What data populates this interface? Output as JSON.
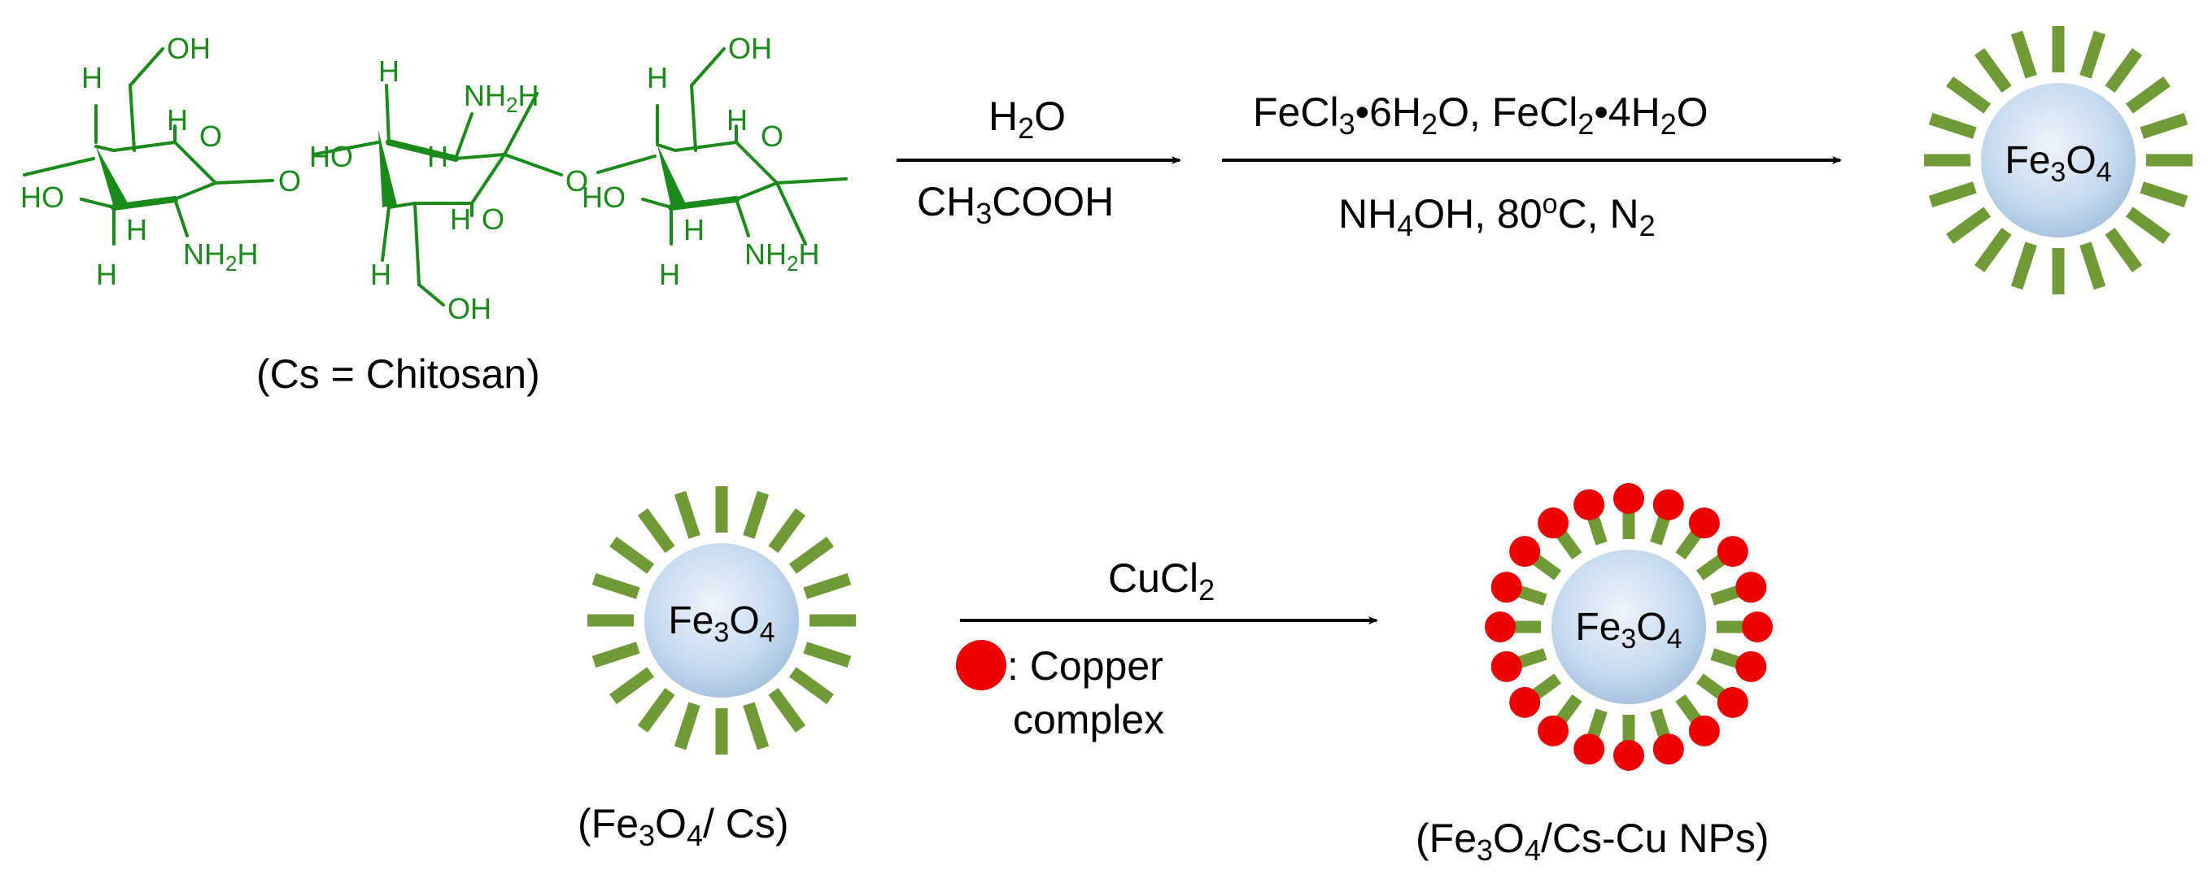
{
  "chitosan": {
    "caption": "(Cs = Chitosan)",
    "color": "#1a8a1a",
    "labels": {
      "oh": "OH",
      "ho": "HO",
      "h": "H",
      "o": "O",
      "nh": "NH",
      "sub2": "2"
    }
  },
  "step1": {
    "reagent_top": "H",
    "reagent_top_sub": "2",
    "reagent_top_tail": "O",
    "reagent_bottom_a": "CH",
    "reagent_bottom_sub": "3",
    "reagent_bottom_b": "COOH"
  },
  "step2": {
    "top_a": "FeCl",
    "top_sub1": "3",
    "top_b": "•6H",
    "top_sub2": "2",
    "top_c": "O, FeCl",
    "top_sub3": "2",
    "top_d": "•4H",
    "top_sub4": "2",
    "top_e": "O",
    "bottom_a": "NH",
    "bottom_sub1": "4",
    "bottom_b": "OH, 80",
    "bottom_sup": "o",
    "bottom_c": "C, N",
    "bottom_sub2": "2"
  },
  "particle": {
    "core_a": "Fe",
    "core_sub1": "3",
    "core_b": "O",
    "core_sub2": "4",
    "core_color": "#c5d9ef",
    "spike_color": "#6f9a36",
    "dot_color": "#ee0000"
  },
  "step3": {
    "reagent_a": "CuCl",
    "reagent_sub": "2",
    "legend_line1": ": Copper",
    "legend_line2": "complex"
  },
  "captions": {
    "left_a": "(Fe",
    "left_sub1": "3",
    "left_b": "O",
    "left_sub2": "4",
    "left_c": "/ Cs)",
    "right_a": "(Fe",
    "right_sub1": "3",
    "right_b": "O",
    "right_sub2": "4",
    "right_c": "/Cs-Cu NPs)"
  }
}
